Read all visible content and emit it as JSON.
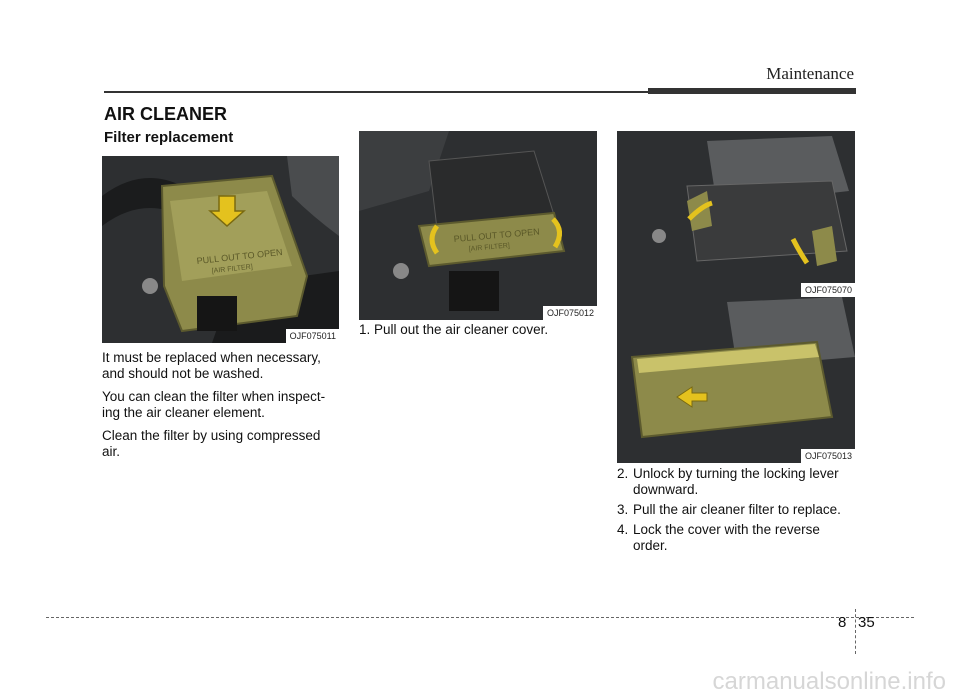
{
  "header": {
    "title": "Maintenance"
  },
  "section": {
    "title": "AIR CLEANER",
    "subtitle": "Filter replacement"
  },
  "figures": [
    {
      "code": "OJF075011",
      "label": "PULL OUT TO OPEN",
      "sublabel": "[AIR FILTER]"
    },
    {
      "code": "OJF075012",
      "label": "PULL OUT TO OPEN",
      "sublabel": "[AIR FILTER]"
    },
    {
      "code": "OJF075070"
    },
    {
      "code": "OJF075013"
    }
  ],
  "left_text": {
    "p1": "It must be replaced when necessary, and should not be washed.",
    "p2": "You can clean the filter when inspect- ing the air cleaner element.",
    "p3": "Clean the filter by using compressed air."
  },
  "middle_text": {
    "step1": "1. Pull out the air cleaner cover."
  },
  "steps": [
    {
      "num": "2.",
      "text": "Unlock by turning the locking lever downward."
    },
    {
      "num": "3.",
      "text": "Pull the air cleaner filter to replace."
    },
    {
      "num": "4.",
      "text": "Lock the cover with the reverse order."
    }
  ],
  "footer": {
    "section": "8",
    "page": "35"
  },
  "watermark": "carmanualsonline.info",
  "colors": {
    "highlight": "#8d8a4a",
    "arrow": "#e4c21e",
    "engine": "#2d2f31",
    "rule": "#333333"
  }
}
